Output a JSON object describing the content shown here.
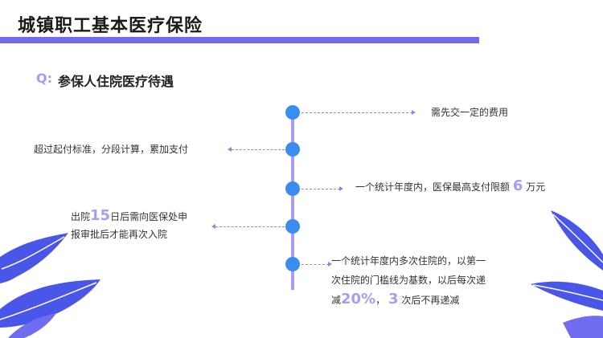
{
  "header": {
    "title": "城镇职工基本医疗保险"
  },
  "question": {
    "prefix": "Q:",
    "text": "参保人住院医疗待遇"
  },
  "items": {
    "r1": {
      "text": "需先交一定的费用"
    },
    "l1": {
      "text": "超过起付标准，分段计算，累加支付"
    },
    "r2": {
      "before": "一个统计年度内，医保最高支付限额",
      "number": "6",
      "after": "万元"
    },
    "l2": {
      "before": "出院",
      "number": "15",
      "after": "日后需向医保处申",
      "line2": "报审批后才能再次入院"
    },
    "r3": {
      "line1": "一个统计年度内多次住院的，以第一",
      "line2": "次住院的门槛线为基数，以后每次递",
      "line3_a": "减",
      "line3_num1": "20%",
      "line3_b": "，",
      "line3_num2": "3",
      "line3_c": "次后不再递减"
    }
  },
  "colors": {
    "accent": "#6f6cf0",
    "highlight": "#a99cf5",
    "node": "#3a8df0"
  },
  "icons": [
    "leaf-decoration-left",
    "leaf-decoration-right"
  ]
}
